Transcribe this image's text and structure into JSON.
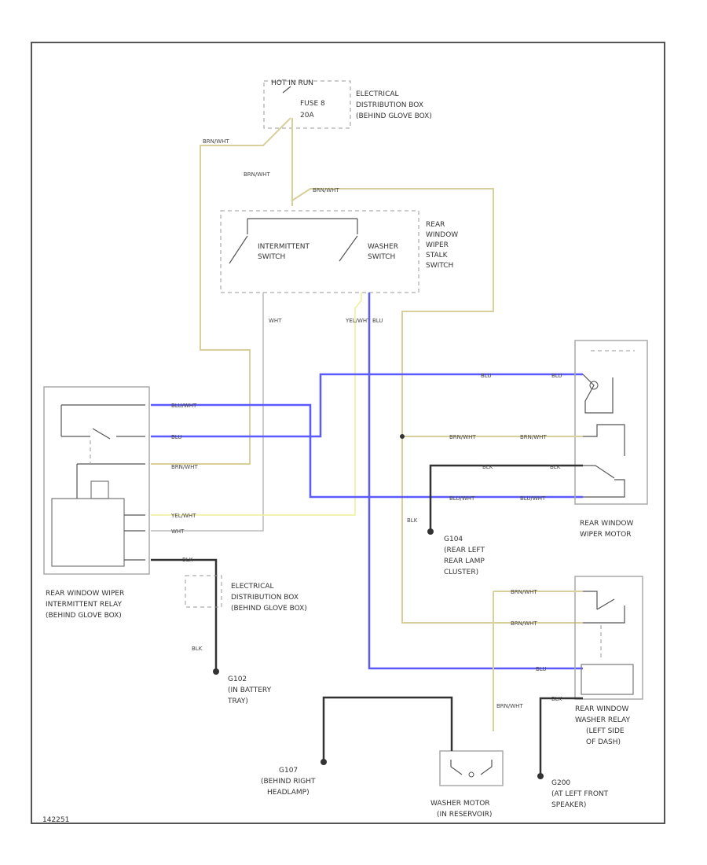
{
  "labels": {
    "hot_in_run": "HOT IN RUN",
    "fuse": "FUSE 8",
    "fuse_rating": "20A",
    "edb_top_1": "ELECTRICAL",
    "edb_top_2": "DISTRIBUTION BOX",
    "edb_top_3": "(BEHIND GLOVE BOX)",
    "stalk_1": "REAR",
    "stalk_2": "WINDOW",
    "stalk_3": "WIPER",
    "stalk_4": "STALK",
    "stalk_5": "SWITCH",
    "int_sw_1": "INTERMITTENT",
    "int_sw_2": "SWITCH",
    "wash_sw_1": "WASHER",
    "wash_sw_2": "SWITCH",
    "relay_1": "REAR WINDOW WIPER",
    "relay_2": "INTERMITTENT RELAY",
    "relay_3": "(BEHIND GLOVE BOX)",
    "edb_bot_1": "ELECTRICAL",
    "edb_bot_2": "DISTRIBUTION BOX",
    "edb_bot_3": "(BEHIND GLOVE BOX)",
    "g102_1": "G102",
    "g102_2": "(IN BATTERY",
    "g102_3": "TRAY)",
    "motor_1": "REAR WINDOW",
    "motor_2": "WIPER MOTOR",
    "g104_1": "G104",
    "g104_2": "(REAR LEFT",
    "g104_3": "REAR LAMP",
    "g104_4": "CLUSTER)",
    "g107_1": "G107",
    "g107_2": "(BEHIND RIGHT",
    "g107_3": "HEADLAMP)",
    "wmotor_1": "WASHER MOTOR",
    "wmotor_2": "(IN RESERVOIR)",
    "wrelay_1": "REAR WINDOW",
    "wrelay_2": "WASHER RELAY",
    "wrelay_3": "(LEFT SIDE",
    "wrelay_4": "OF DASH)",
    "g200_1": "G200",
    "g200_2": "(AT LEFT FRONT",
    "g200_3": "SPEAKER)",
    "footer": "142251"
  },
  "wires": {
    "brn_wht": "BRN/WHT",
    "blu": "BLU",
    "blu_wht": "BLU/WHT",
    "yel_wht": "YEL/WHT",
    "wht": "WHT",
    "blk": "BLK"
  }
}
